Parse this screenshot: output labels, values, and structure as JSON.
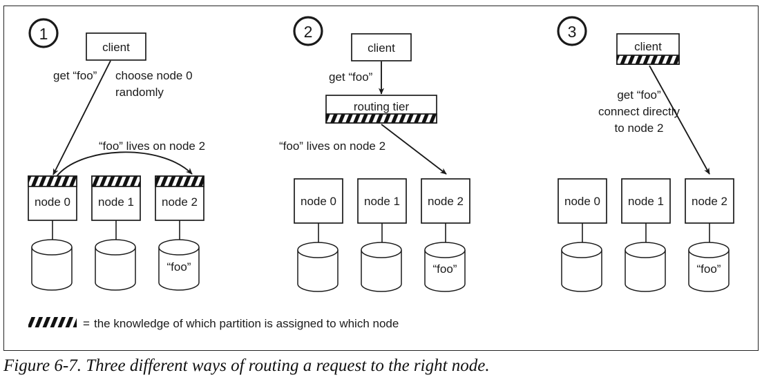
{
  "figure": {
    "caption": "Figure 6-7. Three different ways of routing a request to the right node.",
    "legend": {
      "swatch_name": "hatch-swatch",
      "equals": "=",
      "text": "the knowledge of which partition is assigned to which node"
    },
    "colors": {
      "stroke": "#1a1a1a",
      "frame": "#222222",
      "background": "#ffffff",
      "hatch": "#111111"
    }
  },
  "panels": [
    {
      "id": "panel-1",
      "step": "1",
      "client": {
        "label": "client",
        "hatched": false
      },
      "router": null,
      "annotations": [
        {
          "name": "request-label",
          "text": "get “foo”"
        },
        {
          "name": "strategy-label-line1",
          "text": "choose node 0"
        },
        {
          "name": "strategy-label-line2",
          "text": "randomly"
        },
        {
          "name": "redirect-label",
          "text": "“foo” lives on node 2"
        }
      ],
      "nodes": [
        {
          "label": "node 0",
          "hatched": true,
          "disk_label": ""
        },
        {
          "label": "node 1",
          "hatched": true,
          "disk_label": ""
        },
        {
          "label": "node 2",
          "hatched": true,
          "disk_label": "“foo”"
        }
      ]
    },
    {
      "id": "panel-2",
      "step": "2",
      "client": {
        "label": "client",
        "hatched": false
      },
      "router": {
        "label": "routing tier",
        "hatched": true
      },
      "annotations": [
        {
          "name": "request-label",
          "text": "get “foo”"
        },
        {
          "name": "lookup-label",
          "text": "“foo” lives on node 2"
        }
      ],
      "nodes": [
        {
          "label": "node 0",
          "hatched": false,
          "disk_label": ""
        },
        {
          "label": "node 1",
          "hatched": false,
          "disk_label": ""
        },
        {
          "label": "node 2",
          "hatched": false,
          "disk_label": "“foo”"
        }
      ]
    },
    {
      "id": "panel-3",
      "step": "3",
      "client": {
        "label": "client",
        "hatched": true
      },
      "router": null,
      "annotations": [
        {
          "name": "request-label-line1",
          "text": "get “foo”"
        },
        {
          "name": "request-label-line2",
          "text": "connect directly"
        },
        {
          "name": "request-label-line3",
          "text": "to node 2"
        }
      ],
      "nodes": [
        {
          "label": "node 0",
          "hatched": false,
          "disk_label": ""
        },
        {
          "label": "node 1",
          "hatched": false,
          "disk_label": ""
        },
        {
          "label": "node 2",
          "hatched": false,
          "disk_label": "“foo”"
        }
      ]
    }
  ]
}
